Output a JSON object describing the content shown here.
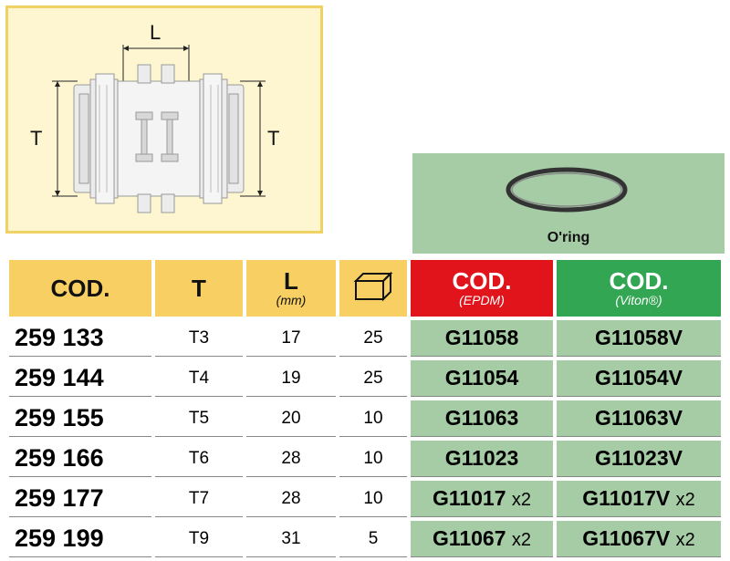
{
  "diagram": {
    "label_length": "L",
    "label_left": "T",
    "label_right": "T"
  },
  "oring": {
    "label": "O'ring"
  },
  "table": {
    "headers": {
      "code": "COD.",
      "t": "T",
      "l": "L",
      "l_unit": "(mm)",
      "box_icon": "box-icon",
      "epdm_title": "COD.",
      "epdm_sub": "(EPDM)",
      "viton_title": "COD.",
      "viton_sub": "(Viton®)"
    },
    "rows": [
      {
        "code": "259 133",
        "t": "T3",
        "l": "17",
        "qty": "25",
        "epdm": "G11058",
        "epdm_mult": "",
        "viton": "G11058V",
        "viton_mult": ""
      },
      {
        "code": "259 144",
        "t": "T4",
        "l": "19",
        "qty": "25",
        "epdm": "G11054",
        "epdm_mult": "",
        "viton": "G11054V",
        "viton_mult": ""
      },
      {
        "code": "259 155",
        "t": "T5",
        "l": "20",
        "qty": "10",
        "epdm": "G11063",
        "epdm_mult": "",
        "viton": "G11063V",
        "viton_mult": ""
      },
      {
        "code": "259 166",
        "t": "T6",
        "l": "28",
        "qty": "10",
        "epdm": "G11023",
        "epdm_mult": "",
        "viton": "G11023V",
        "viton_mult": ""
      },
      {
        "code": "259 177",
        "t": "T7",
        "l": "28",
        "qty": "10",
        "epdm": "G11017",
        "epdm_mult": "x2",
        "viton": "G11017V",
        "viton_mult": "x2"
      },
      {
        "code": "259 199",
        "t": "T9",
        "l": "31",
        "qty": "5",
        "epdm": "G11067",
        "epdm_mult": "x2",
        "viton": "G11067V",
        "viton_mult": "x2"
      }
    ]
  },
  "colors": {
    "header_yellow": "#f7cf62",
    "epdm_red": "#e2141b",
    "viton_green": "#33a653",
    "cell_green": "#a6cca6",
    "diagram_bg": "#fdf6d0"
  }
}
